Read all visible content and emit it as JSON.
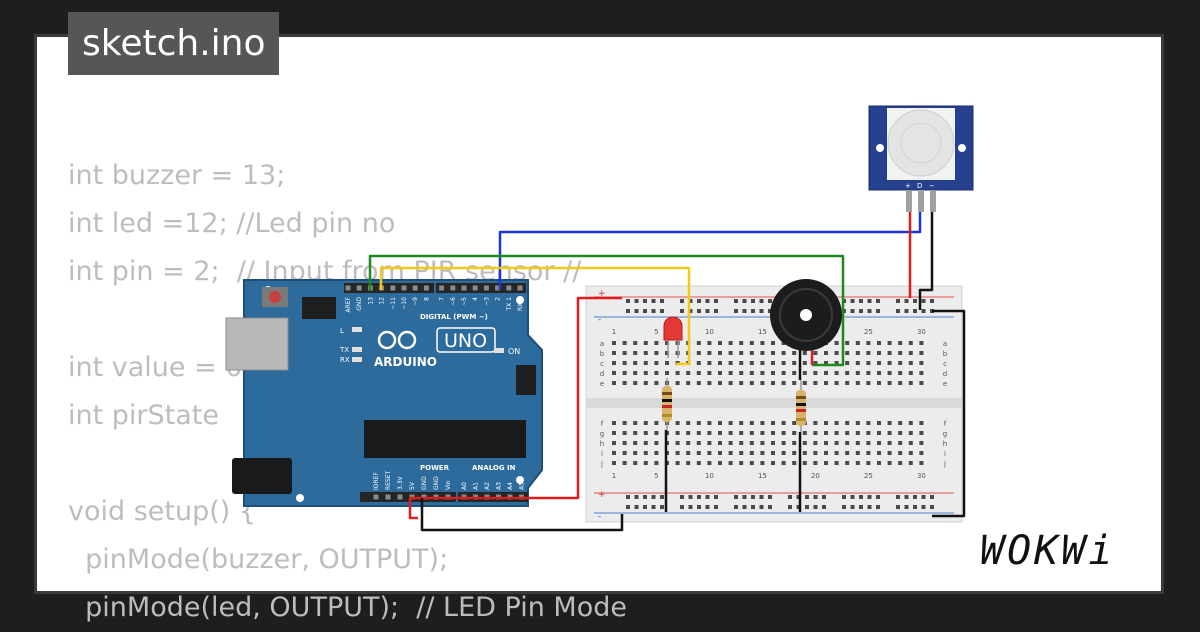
{
  "title": "sketch.ino",
  "code_lines": [
    "int buzzer = 13;",
    "int led =12; //Led pin no",
    "int pin = 2;  // Input from PIR sensor //",
    "",
    "int value = 0;",
    "int pirState",
    "",
    "void setup() {",
    "  pinMode(buzzer, OUTPUT);",
    "  pinMode(led, OUTPUT);  // LED Pin Mode"
  ],
  "logo": "WOKWi",
  "arduino": {
    "brand": "ARDUINO",
    "model": "UNO",
    "digital_label": "DIGITAL (PWM ~)",
    "power_label": "POWER",
    "analog_label": "ANALOG IN",
    "on_label": "ON",
    "l_label": "L",
    "tx_label": "TX",
    "rx_label": "RX",
    "digital_pins": [
      "AREF",
      "GND",
      "13",
      "12",
      "~11",
      "~10",
      "~9",
      "8",
      "7",
      "~6",
      "~5",
      "4",
      "~3",
      "2",
      "TX 1",
      "RX 0"
    ],
    "power_pins": [
      "IOREF",
      "RESET",
      "3.3V",
      "5V",
      "GND",
      "GND",
      "Vin"
    ],
    "analog_pins": [
      "A0",
      "A1",
      "A2",
      "A3",
      "A4",
      "A5"
    ]
  },
  "breadboard": {
    "rows_top": [
      "a",
      "b",
      "c",
      "d",
      "e"
    ],
    "rows_bottom": [
      "f",
      "g",
      "h",
      "i",
      "j"
    ],
    "col_numbers": [
      "1",
      "5",
      "10",
      "15",
      "20",
      "25",
      "30"
    ],
    "plus": "+",
    "minus": "-"
  },
  "pir": {
    "pins": [
      "+",
      "D",
      "−"
    ]
  },
  "colors": {
    "board": "#2d6b9c",
    "wire_red": "#e01b1b",
    "wire_blue": "#1a36d6",
    "wire_green": "#1c8a1c",
    "wire_yellow": "#f2c916",
    "wire_black": "#111111"
  }
}
